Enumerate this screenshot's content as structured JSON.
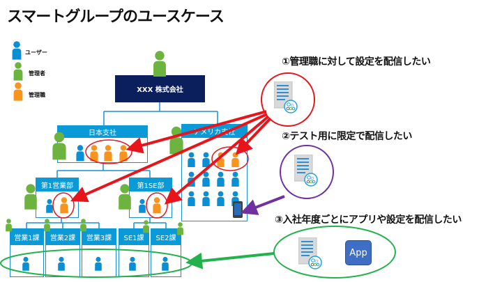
{
  "title": "スマートグループのユースケース",
  "legend": [
    {
      "label": "ユーザー",
      "color": "#0a8fd4"
    },
    {
      "label": "管理者",
      "color": "#6db33f"
    },
    {
      "label": "管理職",
      "color": "#f7941d"
    }
  ],
  "org": {
    "hq": "XXX 株式会社",
    "branches": [
      {
        "name": "日本支社"
      },
      {
        "name": "アメリカ支社"
      }
    ],
    "departments": [
      {
        "name": "第1営業部"
      },
      {
        "name": "第1SE部"
      }
    ],
    "sections": [
      {
        "name": "営業1課"
      },
      {
        "name": "営業2課"
      },
      {
        "name": "営業3課"
      },
      {
        "name": "SE1課"
      },
      {
        "name": "SE2課"
      }
    ]
  },
  "use_cases": [
    {
      "label": "①管理職に対して設定を配信したい",
      "color": "#e8141b"
    },
    {
      "label": "②テスト用に限定で配信したい",
      "color": "#7030a0"
    },
    {
      "label": "③入社年度ごとにアプリや設定を配信したい",
      "color": "#22b24c"
    }
  ],
  "app_icon_label": "App",
  "colors": {
    "user": "#0a8fd4",
    "admin": "#6db33f",
    "manager": "#f7941d",
    "hq": "#0b1f5c",
    "header": "#0a9ad7"
  }
}
